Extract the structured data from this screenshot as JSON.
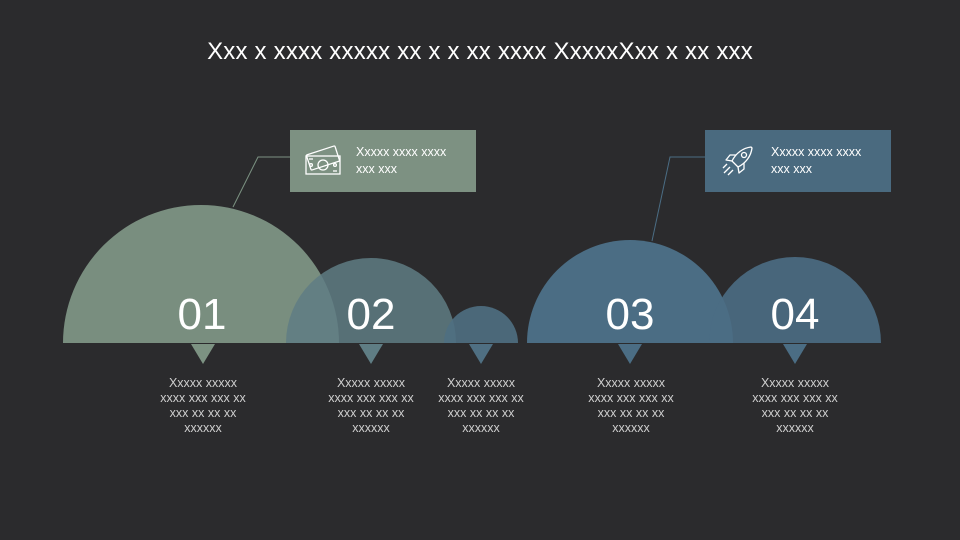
{
  "title": "Xxx x xxxx xxxxx xx x x xx xxxx XxxxxXxx x xx xxx",
  "colors": {
    "background": "#2b2b2d",
    "green": "#7c9282",
    "blue": "#4b6d84",
    "green_box": "#7d9182",
    "blue_box": "#4a6a7f"
  },
  "callouts": [
    {
      "icon": "money-icon",
      "text": "Xxxxx xxxx xxxx xxx xxx"
    },
    {
      "icon": "rocket-icon",
      "text": "Xxxxx xxxx xxxx xxx xxx"
    }
  ],
  "steps": [
    {
      "number": "01",
      "description": "Xxxxx xxxxx xxxx xxx xxx xx xxx xx xx xx xxxxxx"
    },
    {
      "number": "02",
      "description": "Xxxxx xxxxx xxxx xxx xxx xx xxx xx xx xx xxxxxx"
    },
    {
      "number": "",
      "description": "Xxxxx xxxxx xxxx xxx xxx xx xxx xx xx xx xxxxxx"
    },
    {
      "number": "03",
      "description": "Xxxxx xxxxx xxxx xxx xxx xx xxx xx xx xx xxxxxx"
    },
    {
      "number": "04",
      "description": "Xxxxx xxxxx xxxx xxx xxx xx xxx xx xx xx xxxxxx"
    }
  ]
}
